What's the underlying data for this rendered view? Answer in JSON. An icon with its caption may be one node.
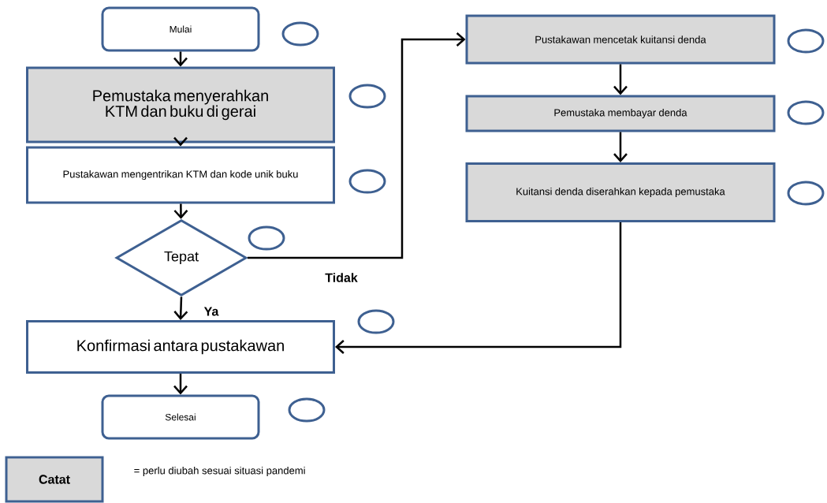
{
  "diagram": {
    "nodes": [
      {
        "text": [
          "Mulai"
        ]
      },
      {
        "text": [
          "Pemustaka menyerahkan KTM dan buku di gerai"
        ]
      },
      {
        "text": [
          "Pustakawan mengentrikan KTM dan kode unik buku"
        ]
      },
      {
        "text": [
          "Tepat"
        ]
      },
      {
        "text": [
          "Konfirmasi antara pustakawan"
        ]
      },
      {
        "text": [
          "Selesai"
        ]
      },
      {
        "text": [
          "Pustakawan mencetak kuitansi denda"
        ]
      },
      {
        "text": [
          "Pemustaka membayar denda"
        ]
      },
      {
        "text": [
          "Kuitansi denda diserahkan kepada pemustaka"
        ]
      },
      {
        "text": [
          "Catat"
        ],
        "beside": [
          "= perlu diubah sesuai situasi pandemi"
        ]
      },
      {
        "text": [],
        "shape": "circle"
      },
      {
        "text": [],
        "shape": "circle"
      },
      {
        "text": [],
        "shape": "circle"
      },
      {
        "text": [],
        "shape": "circle"
      },
      {
        "text": [],
        "shape": "circle"
      },
      {
        "text": [],
        "shape": "circle"
      },
      {
        "text": [],
        "shape": "circle"
      },
      {
        "text": [],
        "shape": "circle"
      },
      {
        "text": [],
        "shape": "circle"
      }
    ],
    "edges": [
      {
        "from": 0,
        "to": 1,
        "arrow": "to"
      },
      {
        "from": 1,
        "to": 2,
        "arrow": "to"
      },
      {
        "from": 2,
        "to": 3,
        "arrow": "to"
      },
      {
        "from": 3,
        "to": 4,
        "arrow": "to",
        "label": "Ya"
      },
      {
        "from": 3,
        "to": 6,
        "arrow": "to",
        "label": "Tidak"
      },
      {
        "from": 6,
        "to": 7,
        "arrow": "to"
      },
      {
        "from": 7,
        "to": 8,
        "arrow": "to"
      },
      {
        "from": 8,
        "to": 4,
        "arrow": "to"
      },
      {
        "from": 4,
        "to": 5,
        "arrow": "to"
      }
    ]
  }
}
